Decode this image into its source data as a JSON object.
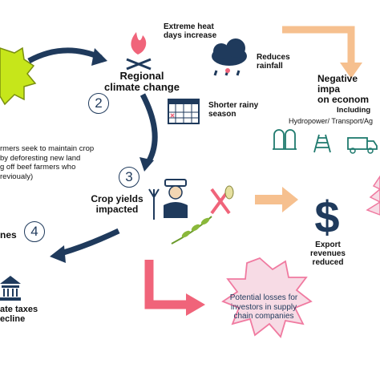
{
  "nodes": {
    "regional_climate": "Regional\nclimate change",
    "extreme_heat": "Extreme heat\ndays increase",
    "reduces_rainfall": "Reduces\nrainfall",
    "shorter_rainy": "Shorter rainy\nseason",
    "negative_impacts": "Negative impa\non econom",
    "including": "Including",
    "sectors": "Hydropower/ Transport/Ag",
    "crop_yields": "Crop yields\nimpacted",
    "farmers_text": "rmers seek to maintain crop\nby deforesting new land\ng off beef farmers who\nrevioualy)",
    "export_revenues": "Export\nrevenues\nreduced",
    "incomes": "nes",
    "state_taxes": "ate taxes\necline",
    "potential_losses": "Potential losses for\ninvestors in supply\nchain companies"
  },
  "steps": {
    "two": "2",
    "three": "3",
    "four": "4"
  },
  "colors": {
    "navy": "#1f3a5c",
    "teal": "#1f7a6e",
    "peach": "#f6c08f",
    "pink": "#f0647a",
    "lime": "#c6e61a",
    "star_fill": "#f7dbe5",
    "star_stroke": "#f07aa0"
  }
}
